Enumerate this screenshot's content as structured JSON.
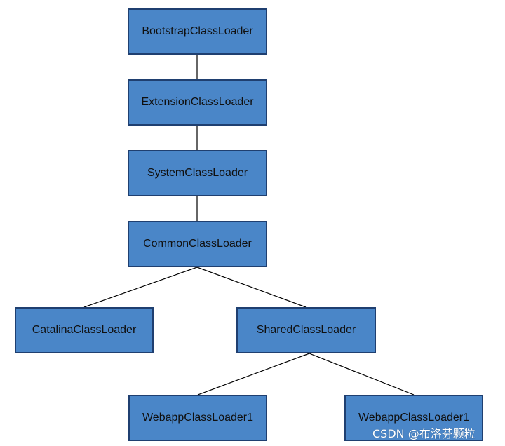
{
  "diagram": {
    "nodes": [
      {
        "id": "n1",
        "label": "BootstrapClassLoader"
      },
      {
        "id": "n2",
        "label": "ExtensionClassLoader"
      },
      {
        "id": "n3",
        "label": "SystemClassLoader"
      },
      {
        "id": "n4",
        "label": "CommonClassLoader"
      },
      {
        "id": "n5",
        "label": "CatalinaClassLoader"
      },
      {
        "id": "n6",
        "label": "SharedClassLoader"
      },
      {
        "id": "n7",
        "label": "WebappClassLoader1"
      },
      {
        "id": "n8",
        "label": "WebappClassLoader1"
      }
    ],
    "edges": [
      {
        "from": "n1",
        "to": "n2"
      },
      {
        "from": "n2",
        "to": "n3"
      },
      {
        "from": "n3",
        "to": "n4"
      },
      {
        "from": "n4",
        "to": "n5"
      },
      {
        "from": "n4",
        "to": "n6"
      },
      {
        "from": "n6",
        "to": "n7"
      },
      {
        "from": "n6",
        "to": "n8"
      }
    ],
    "colors": {
      "node_fill": "#4a86c8",
      "node_border": "#1f3f70",
      "edge": "#000000"
    }
  },
  "watermark": "CSDN @布洛芬颗粒"
}
